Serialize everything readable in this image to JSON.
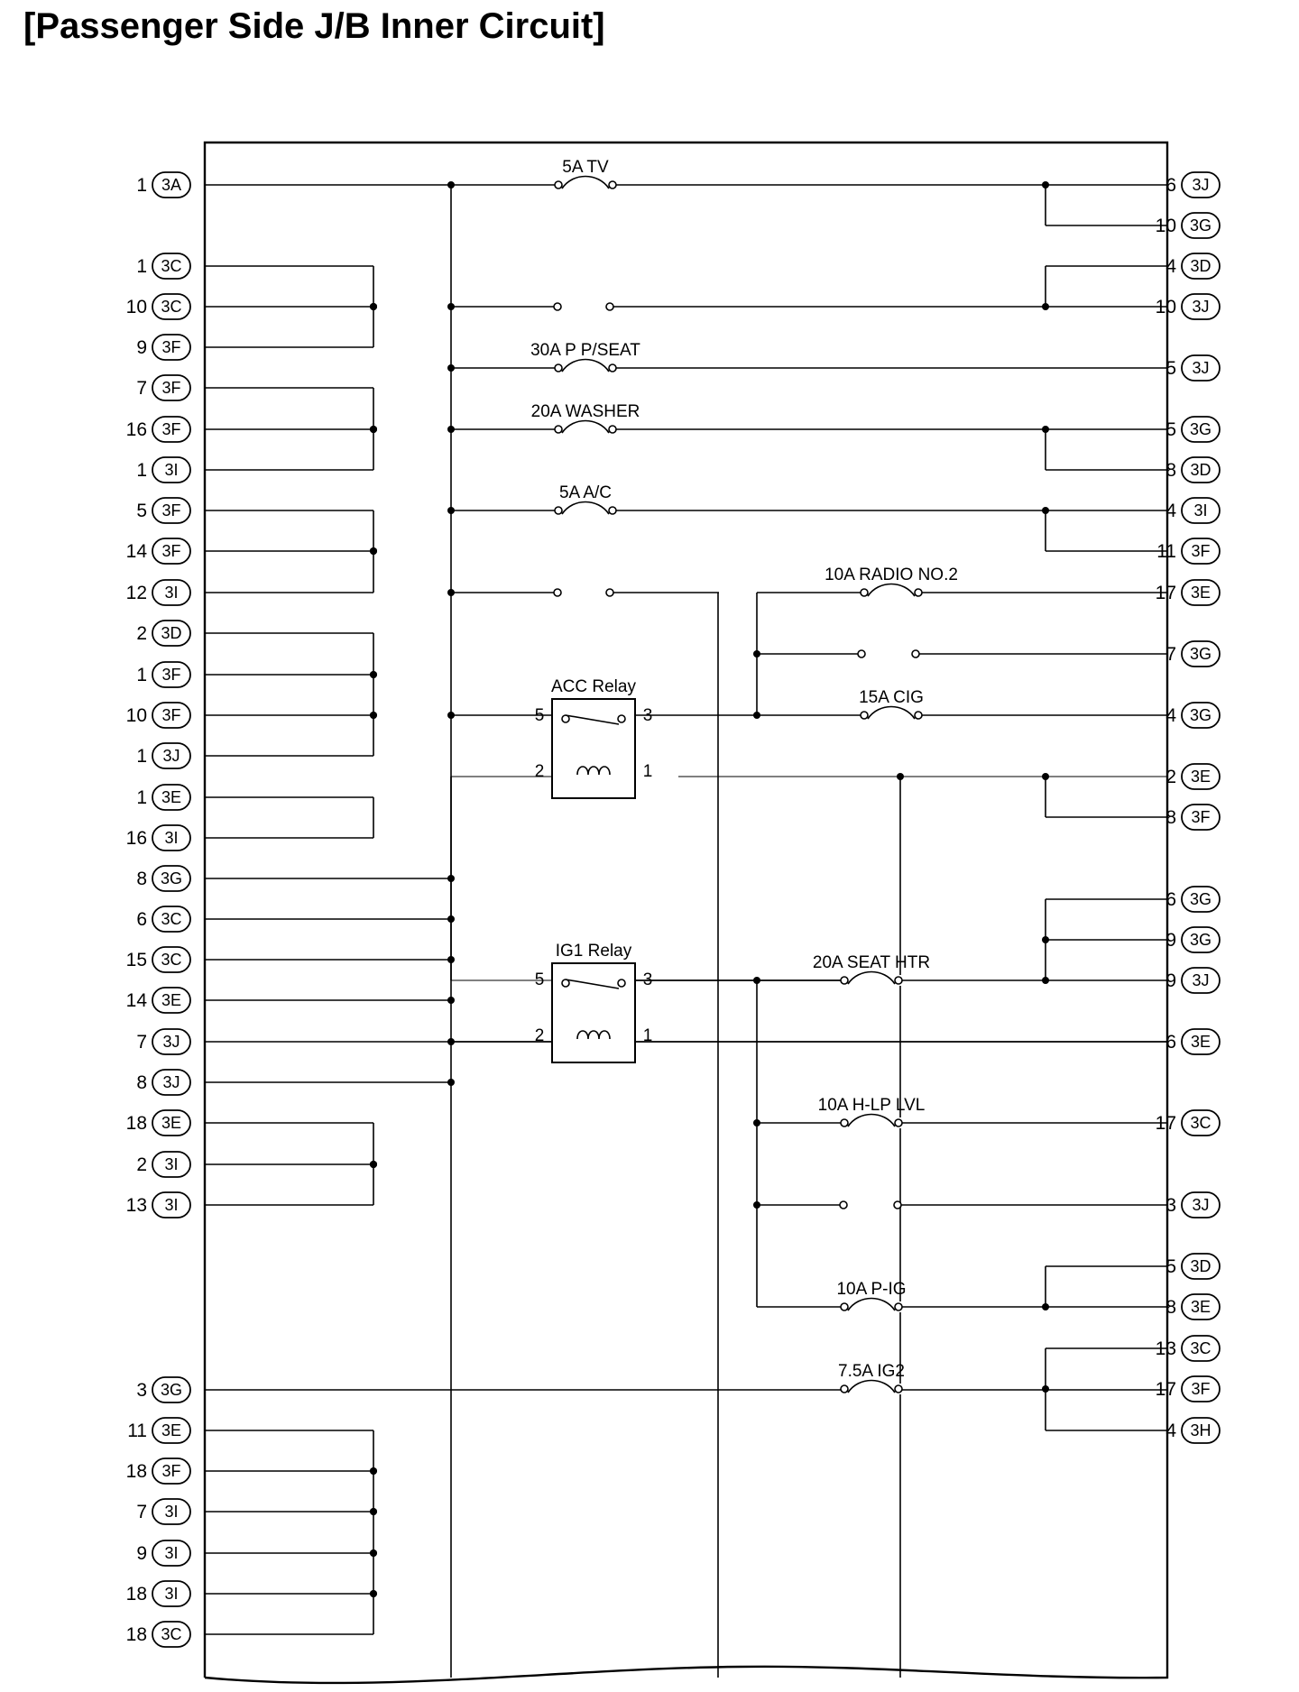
{
  "title": "[Passenger Side J/B Inner Circuit]",
  "left_terminals": [
    {
      "num": "1",
      "conn": "3A"
    },
    {
      "num": "1",
      "conn": "3C"
    },
    {
      "num": "10",
      "conn": "3C"
    },
    {
      "num": "9",
      "conn": "3F"
    },
    {
      "num": "7",
      "conn": "3F"
    },
    {
      "num": "16",
      "conn": "3F"
    },
    {
      "num": "1",
      "conn": "3I"
    },
    {
      "num": "5",
      "conn": "3F"
    },
    {
      "num": "14",
      "conn": "3F"
    },
    {
      "num": "12",
      "conn": "3I"
    },
    {
      "num": "2",
      "conn": "3D"
    },
    {
      "num": "1",
      "conn": "3F"
    },
    {
      "num": "10",
      "conn": "3F"
    },
    {
      "num": "1",
      "conn": "3J"
    },
    {
      "num": "1",
      "conn": "3E"
    },
    {
      "num": "16",
      "conn": "3I"
    },
    {
      "num": "8",
      "conn": "3G"
    },
    {
      "num": "6",
      "conn": "3C"
    },
    {
      "num": "15",
      "conn": "3C"
    },
    {
      "num": "14",
      "conn": "3E"
    },
    {
      "num": "7",
      "conn": "3J"
    },
    {
      "num": "8",
      "conn": "3J"
    },
    {
      "num": "18",
      "conn": "3E"
    },
    {
      "num": "2",
      "conn": "3I"
    },
    {
      "num": "13",
      "conn": "3I"
    },
    {
      "num": "3",
      "conn": "3G"
    },
    {
      "num": "11",
      "conn": "3E"
    },
    {
      "num": "18",
      "conn": "3F"
    },
    {
      "num": "7",
      "conn": "3I"
    },
    {
      "num": "9",
      "conn": "3I"
    },
    {
      "num": "18",
      "conn": "3I"
    },
    {
      "num": "18",
      "conn": "3C"
    }
  ],
  "right_terminals": [
    {
      "num": "6",
      "conn": "3J"
    },
    {
      "num": "10",
      "conn": "3G"
    },
    {
      "num": "4",
      "conn": "3D"
    },
    {
      "num": "10",
      "conn": "3J"
    },
    {
      "num": "5",
      "conn": "3J"
    },
    {
      "num": "5",
      "conn": "3G"
    },
    {
      "num": "8",
      "conn": "3D"
    },
    {
      "num": "4",
      "conn": "3I"
    },
    {
      "num": "11",
      "conn": "3F"
    },
    {
      "num": "17",
      "conn": "3E"
    },
    {
      "num": "7",
      "conn": "3G"
    },
    {
      "num": "4",
      "conn": "3G"
    },
    {
      "num": "2",
      "conn": "3E"
    },
    {
      "num": "8",
      "conn": "3F"
    },
    {
      "num": "6",
      "conn": "3G"
    },
    {
      "num": "9",
      "conn": "3G"
    },
    {
      "num": "9",
      "conn": "3J"
    },
    {
      "num": "6",
      "conn": "3E"
    },
    {
      "num": "17",
      "conn": "3C"
    },
    {
      "num": "3",
      "conn": "3J"
    },
    {
      "num": "5",
      "conn": "3D"
    },
    {
      "num": "8",
      "conn": "3E"
    },
    {
      "num": "13",
      "conn": "3C"
    },
    {
      "num": "17",
      "conn": "3F"
    },
    {
      "num": "4",
      "conn": "3H"
    }
  ],
  "fuses": [
    "5A TV",
    "30A P P/SEAT",
    "20A WASHER",
    "5A A/C",
    "10A RADIO NO.2",
    "15A CIG",
    "20A SEAT HTR",
    "10A H-LP LVL",
    "10A P-IG",
    "7.5A IG2"
  ],
  "relays": [
    {
      "name": "ACC Relay",
      "pins": [
        "5",
        "3",
        "2",
        "1"
      ]
    },
    {
      "name": "IG1 Relay",
      "pins": [
        "5",
        "3",
        "2",
        "1"
      ]
    }
  ]
}
